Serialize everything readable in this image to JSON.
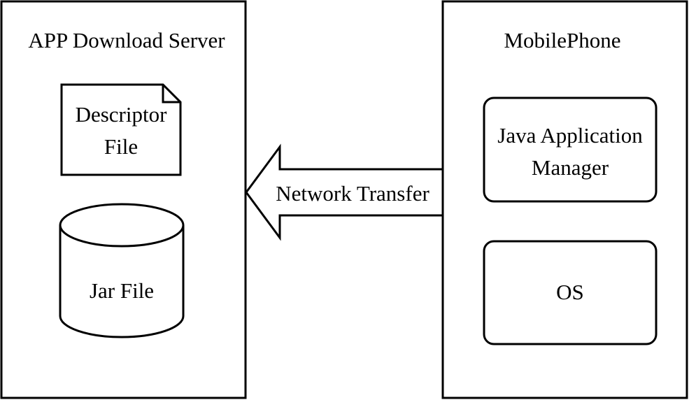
{
  "server": {
    "title": "APP Download Server",
    "descriptor_line1": "Descriptor",
    "descriptor_line2": "File",
    "jar_label": "Jar File"
  },
  "phone": {
    "title": "MobilePhone",
    "jam_line1": "Java Application",
    "jam_line2": "Manager",
    "os_label": "OS"
  },
  "arrow": {
    "label": "Network Transfer"
  },
  "colors": {
    "stroke": "#000000",
    "background": "#ffffff"
  }
}
